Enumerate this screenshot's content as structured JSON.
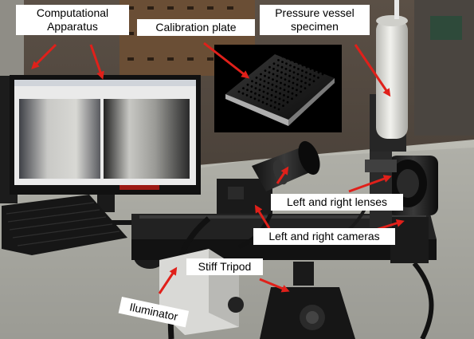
{
  "labels": {
    "computational_line1": "Computational",
    "computational_line2": "Apparatus",
    "calibration": "Calibration plate",
    "pressure_line1": "Pressure vessel",
    "pressure_line2": "specimen",
    "lenses": "Left and right lenses",
    "cameras": "Left and right cameras",
    "tripod": "Stiff Tripod",
    "illuminator": "Iluminator"
  },
  "colors": {
    "arrow": "#e0201a",
    "label_background": "#ffffff"
  }
}
